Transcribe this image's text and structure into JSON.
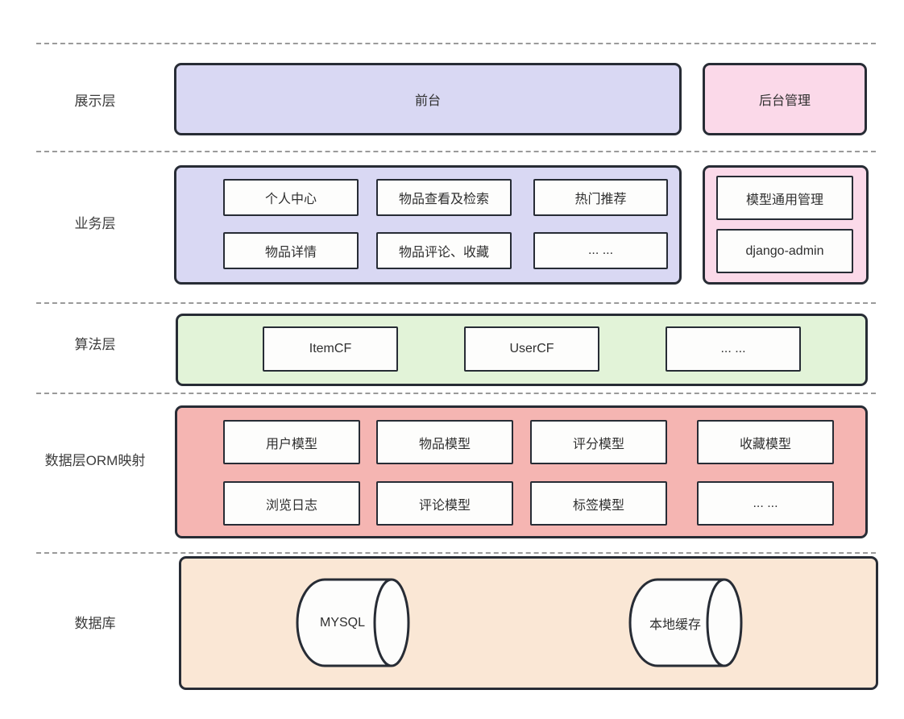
{
  "colors": {
    "lavender": "#d9d8f3",
    "pink": "#fbd9e9",
    "green": "#e2f3d8",
    "salmon": "#f5b5b2",
    "peach": "#fae7d5",
    "border": "#272c35"
  },
  "layers": {
    "presentation": {
      "label": "展示层",
      "front_label": "前台",
      "admin_label": "后台管理"
    },
    "business": {
      "label": "业务层",
      "front_items": [
        "个人中心",
        "物品查看及检索",
        "热门推荐",
        "物品详情",
        "物品评论、收藏",
        "... ..."
      ],
      "admin_items": [
        "模型通用管理",
        "django-admin"
      ]
    },
    "algorithm": {
      "label": "算法层",
      "items": [
        "ItemCF",
        "UserCF",
        "... ..."
      ]
    },
    "data_orm": {
      "label": "数据层ORM映射",
      "items": [
        "用户模型",
        "物品模型",
        "评分模型",
        "收藏模型",
        "浏览日志",
        "评论模型",
        "标签模型",
        "... ..."
      ]
    },
    "database": {
      "label": "数据库",
      "items": [
        "MYSQL",
        "本地缓存"
      ]
    }
  }
}
